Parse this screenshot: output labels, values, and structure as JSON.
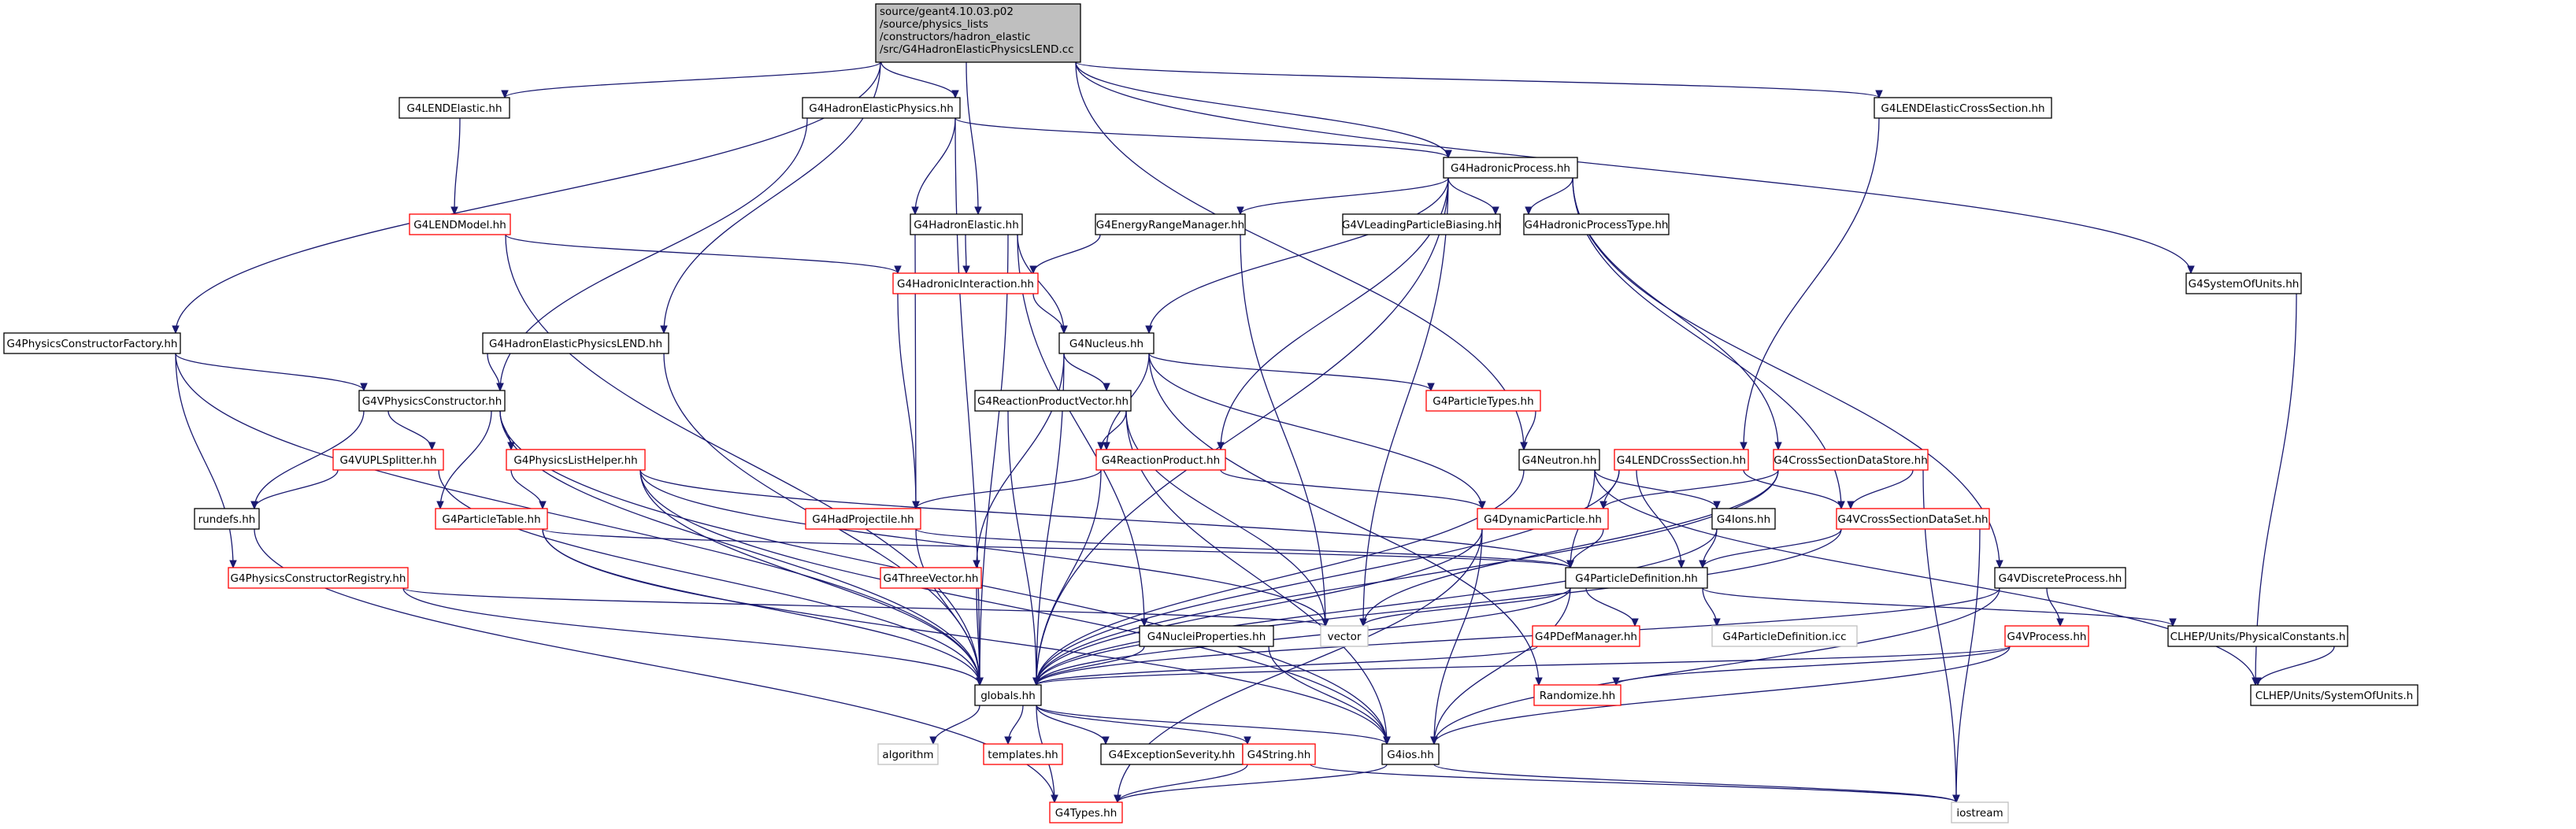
{
  "graph": {
    "kind": "include dependency graph",
    "colors": {
      "edge": "#191970",
      "documented_border": "#000000",
      "undocumented_border": "#ff0000",
      "external_border": "#bfbfbf",
      "root_fill": "#bfbfbf",
      "node_fill": "#ffffff"
    },
    "nodes": [
      {
        "id": "root",
        "lines": [
          "source/geant4.10.03.p02",
          "/source/physics_lists",
          "/constructors/hadron_elastic",
          "/src/G4HadronElasticPhysicsLEND.cc"
        ],
        "style": "root"
      },
      {
        "id": "n_lendelastic",
        "lines": [
          "G4LENDElastic.hh"
        ],
        "style": "doc"
      },
      {
        "id": "n_hephys",
        "lines": [
          "G4HadronElasticPhysics.hh"
        ],
        "style": "doc"
      },
      {
        "id": "n_lendecs",
        "lines": [
          "G4LENDElasticCrossSection.hh"
        ],
        "style": "doc"
      },
      {
        "id": "n_hadproc",
        "lines": [
          "G4HadronicProcess.hh"
        ],
        "style": "doc"
      },
      {
        "id": "n_sysunits",
        "lines": [
          "G4SystemOfUnits.hh"
        ],
        "style": "doc"
      },
      {
        "id": "n_lendmodel",
        "lines": [
          "G4LENDModel.hh"
        ],
        "style": "undoc"
      },
      {
        "id": "n_hadelastic",
        "lines": [
          "G4HadronElastic.hh"
        ],
        "style": "doc"
      },
      {
        "id": "n_erm",
        "lines": [
          "G4EnergyRangeManager.hh"
        ],
        "style": "doc"
      },
      {
        "id": "n_vlpb",
        "lines": [
          "G4VLeadingParticleBiasing.hh"
        ],
        "style": "doc"
      },
      {
        "id": "n_hpt",
        "lines": [
          "G4HadronicProcessType.hh"
        ],
        "style": "doc"
      },
      {
        "id": "n_hadint",
        "lines": [
          "G4HadronicInteraction.hh"
        ],
        "style": "undoc"
      },
      {
        "id": "n_pcf",
        "lines": [
          "G4PhysicsConstructorFactory.hh"
        ],
        "style": "doc"
      },
      {
        "id": "n_hepl",
        "lines": [
          "G4HadronElasticPhysicsLEND.hh"
        ],
        "style": "doc"
      },
      {
        "id": "n_nucleus",
        "lines": [
          "G4Nucleus.hh"
        ],
        "style": "doc"
      },
      {
        "id": "n_vpc",
        "lines": [
          "G4VPhysicsConstructor.hh"
        ],
        "style": "doc"
      },
      {
        "id": "n_rpv",
        "lines": [
          "G4ReactionProductVector.hh"
        ],
        "style": "doc"
      },
      {
        "id": "n_ptypes",
        "lines": [
          "G4ParticleTypes.hh"
        ],
        "style": "undoc"
      },
      {
        "id": "n_vuplsplitter",
        "lines": [
          "G4VUPLSplitter.hh"
        ],
        "style": "undoc"
      },
      {
        "id": "n_plh",
        "lines": [
          "G4PhysicsListHelper.hh"
        ],
        "style": "undoc"
      },
      {
        "id": "n_neutron",
        "lines": [
          "G4Neutron.hh"
        ],
        "style": "doc"
      },
      {
        "id": "n_lendcs",
        "lines": [
          "G4LENDCrossSection.hh"
        ],
        "style": "undoc"
      },
      {
        "id": "n_csds",
        "lines": [
          "G4CrossSectionDataStore.hh"
        ],
        "style": "undoc"
      },
      {
        "id": "n_rp",
        "lines": [
          "G4ReactionProduct.hh"
        ],
        "style": "undoc"
      },
      {
        "id": "n_rundefs",
        "lines": [
          "rundefs.hh"
        ],
        "style": "doc"
      },
      {
        "id": "n_ptable",
        "lines": [
          "G4ParticleTable.hh"
        ],
        "style": "undoc"
      },
      {
        "id": "n_hadproj",
        "lines": [
          "G4HadProjectile.hh"
        ],
        "style": "undoc"
      },
      {
        "id": "n_dynpart",
        "lines": [
          "G4DynamicParticle.hh"
        ],
        "style": "undoc"
      },
      {
        "id": "n_ions",
        "lines": [
          "G4Ions.hh"
        ],
        "style": "doc"
      },
      {
        "id": "n_vcsds",
        "lines": [
          "G4VCrossSectionDataSet.hh"
        ],
        "style": "undoc"
      },
      {
        "id": "n_pcreg",
        "lines": [
          "G4PhysicsConstructorRegistry.hh"
        ],
        "style": "undoc"
      },
      {
        "id": "n_threevec",
        "lines": [
          "G4ThreeVector.hh"
        ],
        "style": "undoc"
      },
      {
        "id": "n_pdef",
        "lines": [
          "G4ParticleDefinition.hh"
        ],
        "style": "doc"
      },
      {
        "id": "n_vdiscrete",
        "lines": [
          "G4VDiscreteProcess.hh"
        ],
        "style": "doc"
      },
      {
        "id": "n_vector",
        "lines": [
          "vector"
        ],
        "style": "ext"
      },
      {
        "id": "n_nucprops",
        "lines": [
          "G4NucleiProperties.hh"
        ],
        "style": "doc"
      },
      {
        "id": "n_pdefmgr",
        "lines": [
          "G4PDefManager.hh"
        ],
        "style": "undoc"
      },
      {
        "id": "n_pdeficc",
        "lines": [
          "G4ParticleDefinition.icc"
        ],
        "style": "ext"
      },
      {
        "id": "n_vprocess",
        "lines": [
          "G4VProcess.hh"
        ],
        "style": "undoc"
      },
      {
        "id": "n_clhepphys",
        "lines": [
          "CLHEP/Units/PhysicalConstants.h"
        ],
        "style": "doc"
      },
      {
        "id": "n_globals",
        "lines": [
          "globals.hh"
        ],
        "style": "doc"
      },
      {
        "id": "n_randomize",
        "lines": [
          "Randomize.hh"
        ],
        "style": "undoc"
      },
      {
        "id": "n_clhepsys",
        "lines": [
          "CLHEP/Units/SystemOfUnits.h"
        ],
        "style": "doc"
      },
      {
        "id": "n_algorithm",
        "lines": [
          "algorithm"
        ],
        "style": "ext"
      },
      {
        "id": "n_templates",
        "lines": [
          "templates.hh"
        ],
        "style": "undoc"
      },
      {
        "id": "n_exsev",
        "lines": [
          "G4ExceptionSeverity.hh"
        ],
        "style": "doc"
      },
      {
        "id": "n_string",
        "lines": [
          "G4String.hh"
        ],
        "style": "undoc"
      },
      {
        "id": "n_g4ios",
        "lines": [
          "G4ios.hh"
        ],
        "style": "doc"
      },
      {
        "id": "n_iostream",
        "lines": [
          "iostream"
        ],
        "style": "ext"
      },
      {
        "id": "n_types",
        "lines": [
          "G4Types.hh"
        ],
        "style": "undoc"
      }
    ],
    "edges": [
      [
        "root",
        "n_lendelastic"
      ],
      [
        "root",
        "n_hephys"
      ],
      [
        "root",
        "n_lendecs"
      ],
      [
        "root",
        "n_hadproc"
      ],
      [
        "root",
        "n_sysunits"
      ],
      [
        "root",
        "n_pcf"
      ],
      [
        "root",
        "n_hepl"
      ],
      [
        "root",
        "n_hadelastic"
      ],
      [
        "root",
        "n_neutron"
      ],
      [
        "n_lendelastic",
        "n_lendmodel"
      ],
      [
        "n_lendmodel",
        "n_hadint"
      ],
      [
        "n_lendmodel",
        "n_globals"
      ],
      [
        "n_hephys",
        "n_vpc"
      ],
      [
        "n_hephys",
        "n_globals"
      ],
      [
        "n_hephys",
        "n_hadelastic"
      ],
      [
        "n_hephys",
        "n_hadproc"
      ],
      [
        "n_lendecs",
        "n_lendcs"
      ],
      [
        "n_sysunits",
        "n_clhepsys"
      ],
      [
        "n_hadproc",
        "n_erm"
      ],
      [
        "n_hadproc",
        "n_vlpb"
      ],
      [
        "n_hadproc",
        "n_hpt"
      ],
      [
        "n_hadproc",
        "n_nucleus"
      ],
      [
        "n_hadproc",
        "n_rp"
      ],
      [
        "n_hadproc",
        "n_globals"
      ],
      [
        "n_hadproc",
        "n_vector"
      ],
      [
        "n_hadproc",
        "n_csds"
      ],
      [
        "n_hadproc",
        "n_vcsds"
      ],
      [
        "n_hadproc",
        "n_vdiscrete"
      ],
      [
        "n_hadelastic",
        "n_hadint"
      ],
      [
        "n_hadelastic",
        "n_nucleus"
      ],
      [
        "n_hadelastic",
        "n_hadproj"
      ],
      [
        "n_hadelastic",
        "n_globals"
      ],
      [
        "n_hadelastic",
        "n_nucprops"
      ],
      [
        "n_erm",
        "n_hadint"
      ],
      [
        "n_erm",
        "n_vector"
      ],
      [
        "n_hadint",
        "n_nucleus"
      ],
      [
        "n_hadint",
        "n_hadproj"
      ],
      [
        "n_pcf",
        "n_vpc"
      ],
      [
        "n_pcf",
        "n_pcreg"
      ],
      [
        "n_pcf",
        "n_globals"
      ],
      [
        "n_hepl",
        "n_vpc"
      ],
      [
        "n_hepl",
        "n_globals"
      ],
      [
        "n_nucleus",
        "n_rpv"
      ],
      [
        "n_nucleus",
        "n_ptypes"
      ],
      [
        "n_nucleus",
        "n_rp"
      ],
      [
        "n_nucleus",
        "n_dynpart"
      ],
      [
        "n_nucleus",
        "n_threevec"
      ],
      [
        "n_nucleus",
        "n_globals"
      ],
      [
        "n_nucleus",
        "n_randomize"
      ],
      [
        "n_vpc",
        "n_vuplsplitter"
      ],
      [
        "n_vpc",
        "n_plh"
      ],
      [
        "n_vpc",
        "n_rundefs"
      ],
      [
        "n_vpc",
        "n_ptable"
      ],
      [
        "n_vpc",
        "n_globals"
      ],
      [
        "n_vpc",
        "n_g4ios"
      ],
      [
        "n_rpv",
        "n_rp"
      ],
      [
        "n_rpv",
        "n_vector"
      ],
      [
        "n_rpv",
        "n_globals"
      ],
      [
        "n_rpv",
        "n_g4ios"
      ],
      [
        "n_ptypes",
        "n_neutron"
      ],
      [
        "n_vuplsplitter",
        "n_rundefs"
      ],
      [
        "n_vuplsplitter",
        "n_globals"
      ],
      [
        "n_plh",
        "n_ptable"
      ],
      [
        "n_plh",
        "n_pdef"
      ],
      [
        "n_plh",
        "n_globals"
      ],
      [
        "n_plh",
        "n_vector"
      ],
      [
        "n_plh",
        "n_g4ios"
      ],
      [
        "n_neutron",
        "n_ions"
      ],
      [
        "n_neutron",
        "n_pdef"
      ],
      [
        "n_neutron",
        "n_globals"
      ],
      [
        "n_neutron",
        "n_clhepsys"
      ],
      [
        "n_lendcs",
        "n_vcsds"
      ],
      [
        "n_lendcs",
        "n_dynpart"
      ],
      [
        "n_lendcs",
        "n_pdef"
      ],
      [
        "n_lendcs",
        "n_globals"
      ],
      [
        "n_csds",
        "n_vcsds"
      ],
      [
        "n_csds",
        "n_dynpart"
      ],
      [
        "n_csds",
        "n_vector"
      ],
      [
        "n_csds",
        "n_globals"
      ],
      [
        "n_csds",
        "n_iostream"
      ],
      [
        "n_rp",
        "n_hadproj"
      ],
      [
        "n_rp",
        "n_dynpart"
      ],
      [
        "n_rp",
        "n_globals"
      ],
      [
        "n_rundefs",
        "n_types"
      ],
      [
        "n_ptable",
        "n_pdef"
      ],
      [
        "n_ptable",
        "n_globals"
      ],
      [
        "n_ptable",
        "n_g4ios"
      ],
      [
        "n_hadproj",
        "n_pdef"
      ],
      [
        "n_hadproj",
        "n_globals"
      ],
      [
        "n_dynpart",
        "n_pdef"
      ],
      [
        "n_dynpart",
        "n_globals"
      ],
      [
        "n_dynpart",
        "n_g4ios"
      ],
      [
        "n_dynpart",
        "n_types"
      ],
      [
        "n_ions",
        "n_pdef"
      ],
      [
        "n_ions",
        "n_globals"
      ],
      [
        "n_vcsds",
        "n_pdef"
      ],
      [
        "n_vcsds",
        "n_globals"
      ],
      [
        "n_vcsds",
        "n_iostream"
      ],
      [
        "n_pcreg",
        "n_vector"
      ],
      [
        "n_pcreg",
        "n_globals"
      ],
      [
        "n_threevec",
        "n_globals"
      ],
      [
        "n_pdef",
        "n_vector"
      ],
      [
        "n_pdef",
        "n_pdefmgr"
      ],
      [
        "n_pdef",
        "n_pdeficc"
      ],
      [
        "n_pdef",
        "n_clhepphys"
      ],
      [
        "n_pdef",
        "n_globals"
      ],
      [
        "n_pdef",
        "n_g4ios"
      ],
      [
        "n_vdiscrete",
        "n_vprocess"
      ],
      [
        "n_vdiscrete",
        "n_globals"
      ],
      [
        "n_vdiscrete",
        "n_g4ios"
      ],
      [
        "n_nucprops",
        "n_globals"
      ],
      [
        "n_nucprops",
        "n_g4ios"
      ],
      [
        "n_pdefmgr",
        "n_globals"
      ],
      [
        "n_vprocess",
        "n_globals"
      ],
      [
        "n_vprocess",
        "n_g4ios"
      ],
      [
        "n_vprocess",
        "n_randomize"
      ],
      [
        "n_clhepphys",
        "n_clhepsys"
      ],
      [
        "n_globals",
        "n_algorithm"
      ],
      [
        "n_globals",
        "n_templates"
      ],
      [
        "n_globals",
        "n_exsev"
      ],
      [
        "n_globals",
        "n_string"
      ],
      [
        "n_globals",
        "n_g4ios"
      ],
      [
        "n_globals",
        "n_types"
      ],
      [
        "n_string",
        "n_types"
      ],
      [
        "n_string",
        "n_iostream"
      ],
      [
        "n_g4ios",
        "n_types"
      ],
      [
        "n_g4ios",
        "n_iostream"
      ]
    ]
  }
}
